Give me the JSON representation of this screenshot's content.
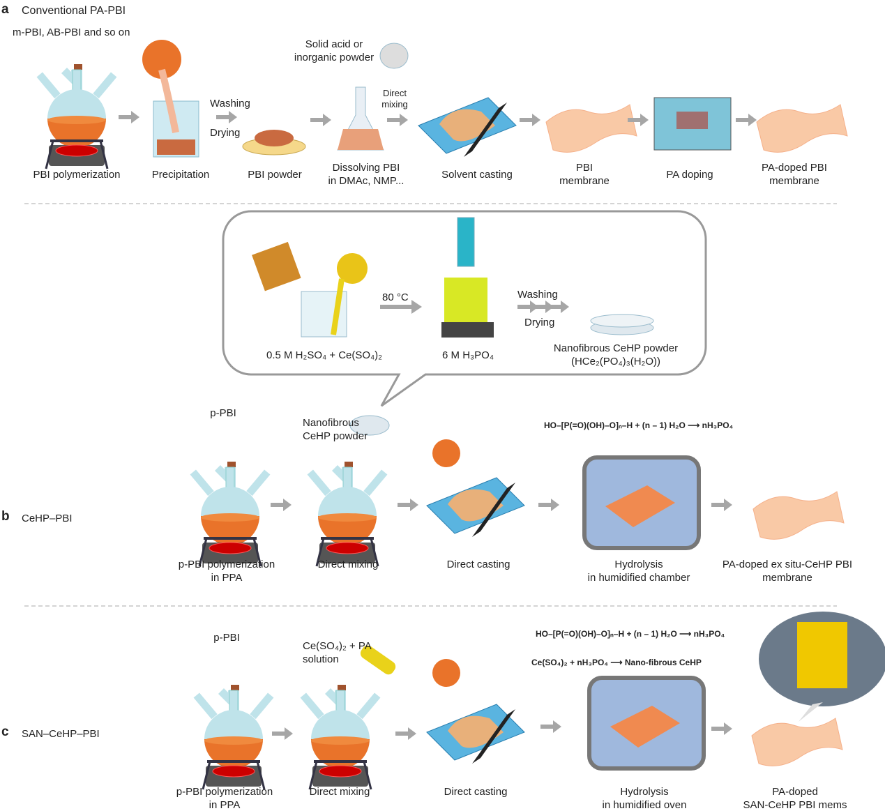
{
  "panel_a": {
    "letter": "a",
    "title": "Conventional PA-PBI",
    "polymer_label": "m-PBI, AB-PBI and so on",
    "washing": "Washing",
    "drying": "Drying",
    "solid_acid": [
      "Solid acid or",
      "inorganic powder"
    ],
    "direct_mixing": [
      "Direct",
      "mixing"
    ],
    "steps": [
      [
        "PBI polymerization"
      ],
      [
        "Precipitation"
      ],
      [
        "PBI powder"
      ],
      [
        "Dissolving PBI",
        "in DMAc, NMP..."
      ],
      [
        "Solvent casting"
      ],
      [
        "PBI",
        "membrane"
      ],
      [
        "PA doping"
      ],
      [
        "PA-doped PBI",
        "membrane"
      ]
    ]
  },
  "callout": {
    "temp": "80 °C",
    "washing": "Washing",
    "drying": "Drying",
    "reagents": "0.5 M H₂SO₄ + Ce(SO₄)₂",
    "acid": "6 M H₃PO₄",
    "product": [
      "Nanofibrous CeHP powder",
      "(HCe₂(PO₄)₃(H₂O))"
    ]
  },
  "panel_b": {
    "letter": "b",
    "title": "CeHP–PBI",
    "polymer_label": "p-PBI",
    "additive": [
      "Nanofibrous",
      "CeHP powder"
    ],
    "equation": "HO–[P(=O)(OH)–O]ₙ–H + (n – 1) H₂O ⟶ nH₃PO₄",
    "steps": [
      [
        "p-PBI polymerization",
        "in PPA"
      ],
      [
        "Direct mixing"
      ],
      [
        "Direct casting"
      ],
      [
        "Hydrolysis",
        "in humidified chamber"
      ],
      [
        "PA-doped ex situ-CeHP PBI",
        "membrane"
      ]
    ]
  },
  "panel_c": {
    "letter": "c",
    "title": "SAN–CeHP–PBI",
    "polymer_label": "p-PBI",
    "additive": [
      "Ce(SO₄)₂ + PA",
      "solution"
    ],
    "equation1": "HO–[P(=O)(OH)–O]ₙ–H + (n – 1) H₂O ⟶ nH₃PO₄",
    "equation2_left": "Ce(SO₄)₂ + nH₃PO₄",
    "equation2_right": "Nano-fibrous CeHP",
    "steps": [
      [
        "p-PBI polymerization",
        "in PPA"
      ],
      [
        "Direct mixing"
      ],
      [
        "Direct casting"
      ],
      [
        "Hydrolysis",
        "in humidified oven"
      ],
      [
        "PA-doped",
        "SAN-CeHP PBI mems"
      ]
    ]
  },
  "colors": {
    "arrow": "#a6a6a6",
    "orange": "#e9732a",
    "glass": "#bfe3ea",
    "membrane": "#f9c9a6",
    "chamber": "#9fb8dd",
    "yellow": "#e9d21a"
  }
}
